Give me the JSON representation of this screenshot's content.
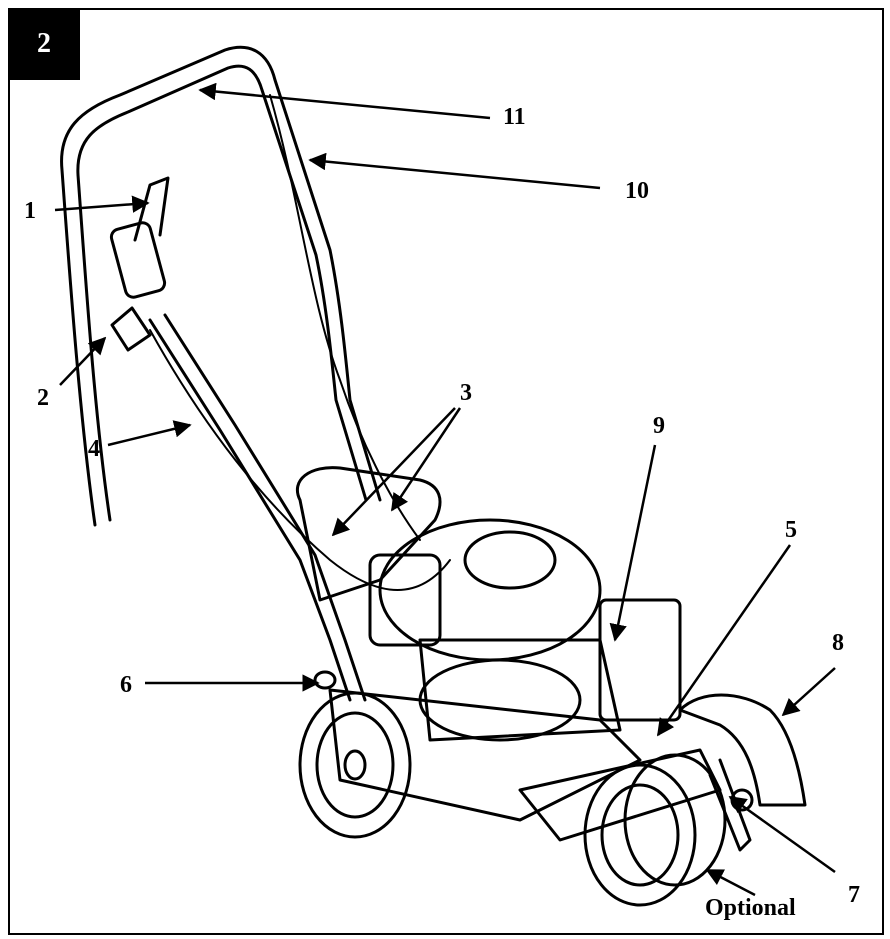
{
  "figure": {
    "number": "2"
  },
  "callouts": {
    "c1": "1",
    "c2": "2",
    "c3": "3",
    "c4": "4",
    "c5": "5",
    "c6": "6",
    "c7": "7",
    "c8": "8",
    "c9": "9",
    "c10": "10",
    "c11": "11",
    "optional": "Optional"
  }
}
